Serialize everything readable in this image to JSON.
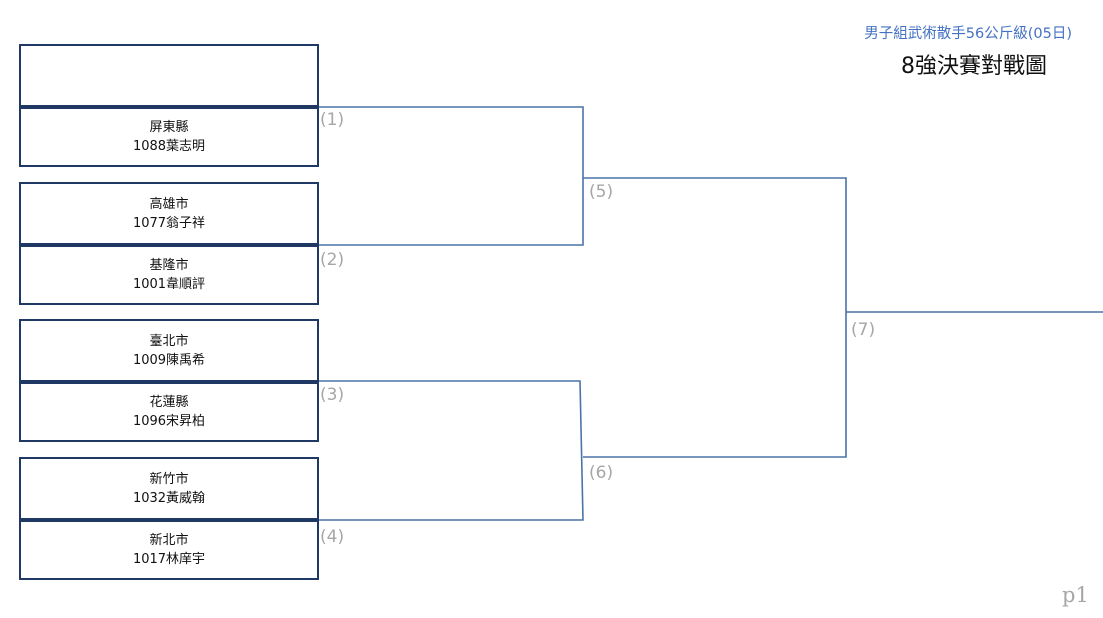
{
  "header": {
    "subtitle": "男子組武術散手56公斤級(05日)",
    "title": "8強決賽對戰圖"
  },
  "entries": [
    {
      "county": "",
      "name": ""
    },
    {
      "county": "屏東縣",
      "name": "1088葉志明"
    },
    {
      "county": "高雄市",
      "name": "1077翁子祥"
    },
    {
      "county": "基隆市",
      "name": "1001韋順評"
    },
    {
      "county": "臺北市",
      "name": "1009陳禹希"
    },
    {
      "county": "花蓮縣",
      "name": "1096宋昇柏"
    },
    {
      "county": "新竹市",
      "name": "1032黃威翰"
    },
    {
      "county": "新北市",
      "name": "1017林庠宇"
    }
  ],
  "matches": [
    "(1)",
    "(2)",
    "(3)",
    "(4)",
    "(5)",
    "(6)",
    "(7)"
  ],
  "page_label": "p1",
  "colors": {
    "bracket_line": "#4a73a8",
    "box_border": "#1f3864",
    "subtitle": "#4472c4",
    "match_label": "#a6a6a6"
  }
}
